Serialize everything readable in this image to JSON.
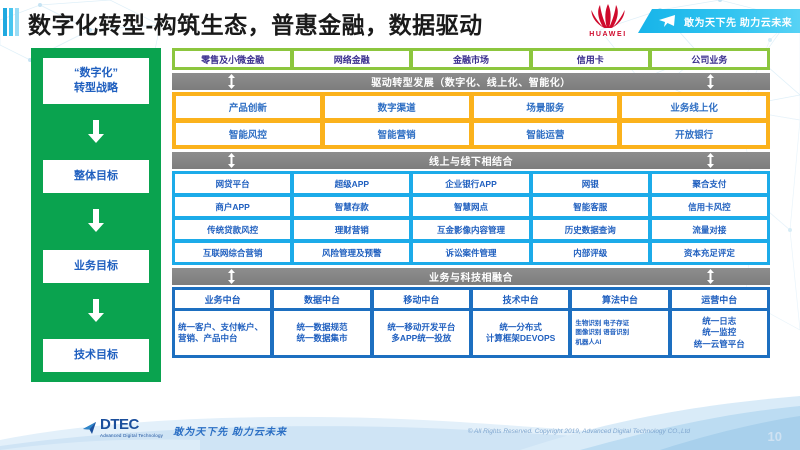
{
  "header": {
    "title": "数字化转型-构筑生态，普惠金融，数据驱动",
    "brand": "HUAWEI",
    "ribbon_text": "敢为天下先 助力云未来",
    "logo_icon": "huawei-flower-icon",
    "arrow_icon": "paper-plane-icon"
  },
  "colors": {
    "green": "#0AA34F",
    "light_green": "#8CC63E",
    "orange": "#FBB21C",
    "blue": "#1CABE9",
    "dark_blue": "#1D6FC0",
    "gray_bar": "#828282",
    "text_blue": "#1F5FBF",
    "purple": "#3A2F8F",
    "huawei_red": "#CF0A2C"
  },
  "left_column": {
    "steps": [
      {
        "label": "“数字化”\n转型战略"
      },
      {
        "label": "整体目标"
      },
      {
        "label": "业务目标"
      },
      {
        "label": "技术目标"
      }
    ],
    "arrow_icon": "down-arrow-icon"
  },
  "business_lines": {
    "items": [
      "零售及小微金融",
      "网络金融",
      "金融市场",
      "信用卡",
      "公司业务"
    ]
  },
  "band1": {
    "title": "驱动转型发展（数字化、线上化、智能化）",
    "arrow_icon": "up-down-arrow-icon"
  },
  "drive_block": {
    "rows": [
      [
        "产品创新",
        "数字渠道",
        "场景服务",
        "业务线上化"
      ],
      [
        "智能风控",
        "智能营销",
        "智能运营",
        "开放银行"
      ]
    ]
  },
  "band2": {
    "title": "线上与线下相结合",
    "arrow_icon": "up-down-arrow-icon"
  },
  "online_offline": {
    "rows": [
      [
        "网贷平台",
        "超级APP",
        "企业银行APP",
        "网银",
        "聚合支付"
      ],
      [
        "商户APP",
        "智慧存款",
        "智慧网点",
        "智能客服",
        "信用卡风控"
      ],
      [
        "传统贷款风控",
        "理财营销",
        "互金影像内容管理",
        "历史数据查询",
        "流量对接"
      ],
      [
        "互联网综合营销",
        "风险管理及预警",
        "诉讼案件管理",
        "内部评级",
        "资本充足评定"
      ]
    ]
  },
  "band3": {
    "title": "业务与科技相融合",
    "arrow_icon": "up-down-arrow-icon"
  },
  "middle_platforms": {
    "columns": [
      {
        "header": "业务中台",
        "body": "统一客户、支付帐户、营销、产品中台",
        "align": "left"
      },
      {
        "header": "数据中台",
        "body": "统一数据规范\n统一数据集市",
        "align": "center"
      },
      {
        "header": "移动中台",
        "body": "统一移动开发平台\n多APP统一投放",
        "align": "center"
      },
      {
        "header": "技术中台",
        "body": "统一分布式\n计算框架DEVOPS",
        "align": "center"
      },
      {
        "header": "算法中台",
        "body": "生物识别  电子存证\n图像识别  语音识别\n机器人AI",
        "align": "tiny"
      },
      {
        "header": "运营中台",
        "body": "统一日志\n统一监控\n统一云管平台",
        "align": "center"
      }
    ]
  },
  "footer": {
    "logo_text": "DTEC",
    "logo_sub": "Advanced Digital Technology",
    "slogan": "敢为天下先  助力云未来",
    "copyright": "© All Rights Reserved. Copyright 2019, Advanced Digital Technology CO.,Ltd",
    "page_number": "10",
    "logo_icon": "dtec-arrow-icon"
  }
}
